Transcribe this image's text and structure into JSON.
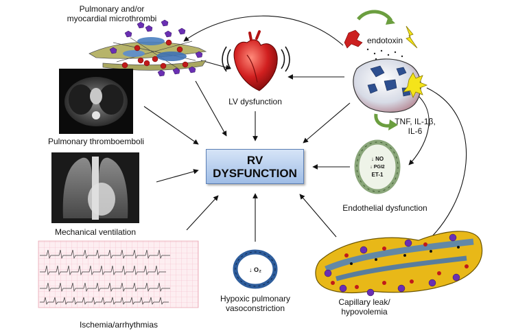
{
  "nodes": {
    "microthrombi": "Pulmonary and/or\nmyocardial microthrombi",
    "lv": "LV dysfunction",
    "endotoxin": "endotoxin",
    "cytokines": "TNF, IL-1β,\nIL-6",
    "thromboemboli": "Pulmonary thromboemboli",
    "ventilation": "Mechanical ventilation",
    "endothelial": "Endothelial dysfunction",
    "ischemia": "Ischemia/arrhythmias",
    "hypoxic": "Hypoxic pulmonary\nvasoconstriction",
    "capillary": "Capillary leak/\nhypovolemia"
  },
  "center": "RV\nDYSFUNCTION",
  "vessel_labels": {
    "no": "↓ NO",
    "pgi2": "↓ PGI2",
    "et1": "ET-1",
    "o2": "↓ O₂"
  },
  "colors": {
    "heart": "#d11f1f",
    "box_fill": "#b9d0ef",
    "vessel_green": "#8aa67a",
    "vessel_blue": "#2e5d9c",
    "leak_yellow": "#e8b818",
    "ecg_grid": "#f2b8c4",
    "cell_purple": "#6a2fb3"
  }
}
